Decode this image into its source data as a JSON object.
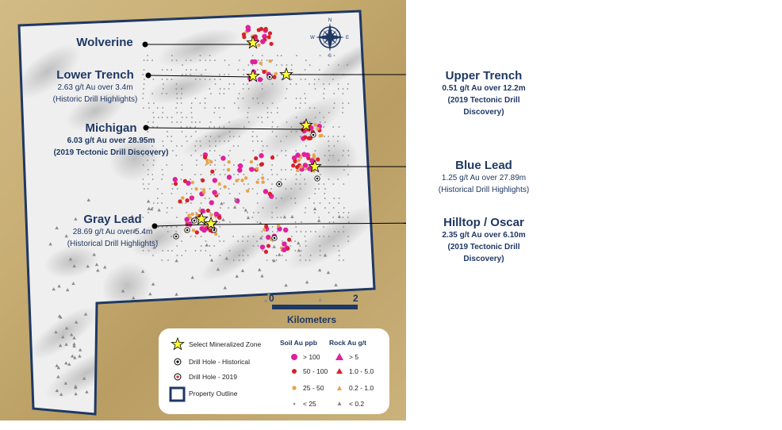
{
  "zones": [
    {
      "name": "Wolverine",
      "detail1": "",
      "detail2": "",
      "detail3": ""
    },
    {
      "name": "Lower Trench",
      "detail1": "2.63 g/t Au over 3.4m",
      "detail2": "(Historic Drill Highlights)",
      "detail3": ""
    },
    {
      "name": "Michigan",
      "detail1": "6.03 g/t Au over 28.95m",
      "detail2": "(2019 Tectonic Drill Discovery)",
      "detail3": ""
    },
    {
      "name": "Gray Lead",
      "detail1": "28.69 g/t Au over 5.4m",
      "detail2": "(Historical Drill Highlights)",
      "detail3": ""
    },
    {
      "name": "Upper Trench",
      "detail1": "0.51 g/t Au over 12.2m",
      "detail2": "(2019 Tectonic Drill",
      "detail3": "Discovery)"
    },
    {
      "name": "Blue Lead",
      "detail1": "1.25 g/t Au over 27.89m",
      "detail2": "(Historical Drill Highlights)",
      "detail3": ""
    },
    {
      "name": "Hilltop / Oscar",
      "detail1": "2.35 g/t Au over 6.10m",
      "detail2": "(2019 Tectonic Drill",
      "detail3": "Discovery)"
    }
  ],
  "scale_bar": {
    "start": "0",
    "end": "2",
    "unit": "Kilometers"
  },
  "compass": {
    "north": "N",
    "south": "S",
    "east": "E",
    "west": "W"
  },
  "legend": {
    "select_zone": "Select Mineralized Zone",
    "drill_historical": "Drill Hole - Historical",
    "drill_2019": "Drill Hole - 2019",
    "property_outline": "Property Outline",
    "soil_header": "Soil Au ppb",
    "rock_header": "Rock Au g/t",
    "soil_classes": [
      "> 100",
      "50 - 100",
      "25 - 50",
      "< 25"
    ],
    "rock_classes": [
      "> 5",
      "1.0 - 5.0",
      "0.2 - 1.0",
      "< 0.2"
    ]
  },
  "colors": {
    "navy": "#1f3864",
    "magenta": "#e0209e",
    "red": "#d8202a",
    "orange": "#e8a34a",
    "grey": "#8a8a8a",
    "star": "#ffff33",
    "sand": "#c9b078"
  }
}
